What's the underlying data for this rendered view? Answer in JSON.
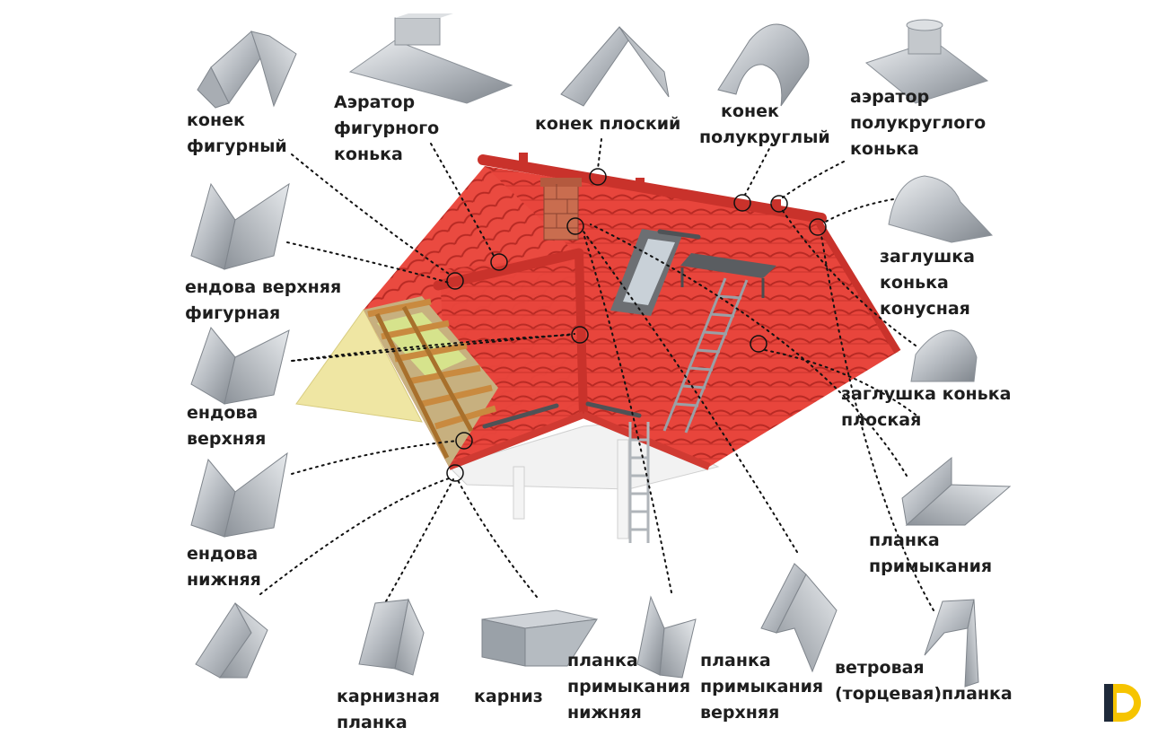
{
  "labels": {
    "konek_figurny": [
      "конек",
      "фигурный"
    ],
    "aerator_figurnogo": [
      "Аэратор",
      "фигурного",
      "конька"
    ],
    "konek_ploskiy": [
      "конек плоский"
    ],
    "konek_polukrugly": [
      "конек",
      "полукруглый"
    ],
    "aerator_polukruglogo": [
      "аэратор",
      "полукруглого",
      "конька"
    ],
    "endova_verhnyaya_figurnaya": [
      "ендова верхняя",
      "фигурная"
    ],
    "zaglushka_konusnaya": [
      "заглушка",
      "конька",
      "конусная"
    ],
    "endova_verhnyaya": [
      "ендова",
      "верхняя"
    ],
    "zaglushka_ploskaya": [
      "заглушка конька",
      "плоская"
    ],
    "endova_nizhnyaya": [
      "ендова",
      "нижняя"
    ],
    "planka_primykaniya": [
      "планка",
      "примыкания"
    ],
    "karniznaya_planka": [
      "карнизная",
      "планка"
    ],
    "karniz": [
      "карниз"
    ],
    "planka_primykaniya_nizhnyaya": [
      "планка",
      "примыкания",
      "нижняя"
    ],
    "planka_primykaniya_verhnyaya": [
      "планка",
      "примыкания",
      "верхняя"
    ],
    "vetrovaya_planka": [
      "ветровая",
      "(торцевая)планка"
    ]
  },
  "icons": {
    "logo": "logo-icon",
    "callout": "callout-circle-icon"
  },
  "colors": {
    "roof": "#e8453c",
    "roof_dark": "#c9322b",
    "gable": "#efe6a3",
    "metal": "#b7bcc2",
    "metal_dark": "#7f858c",
    "wood": "#c98a3f",
    "insulation": "#d6e38c",
    "logo_yellow": "#f6c400",
    "logo_dark": "#1f2a3a"
  }
}
